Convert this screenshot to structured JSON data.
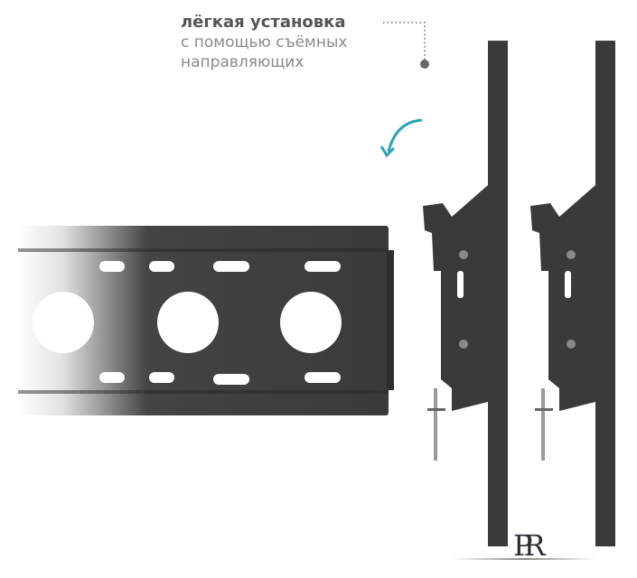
{
  "caption": {
    "line1": "лёгкая установка",
    "line2": "с помощью съёмных",
    "line3": "направляющих"
  },
  "logo": {
    "text": "PR"
  },
  "colors": {
    "metal": "#3a3a3a",
    "accent_arrow": "#2aa3b8",
    "text_bold": "#555555",
    "text_light": "#8a8a8a",
    "logo": "#2b2d35"
  },
  "icons": {
    "arrow": "curved-arrow-icon",
    "pointer": "dotted-leader-icon"
  }
}
